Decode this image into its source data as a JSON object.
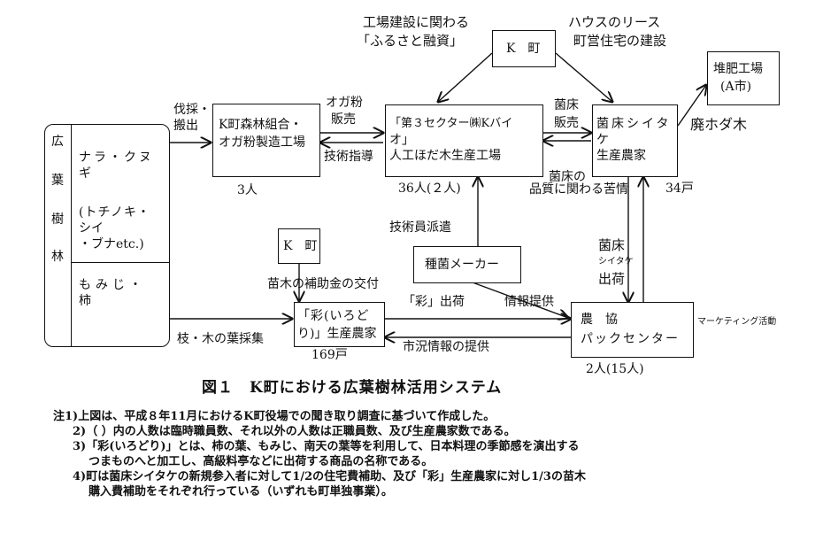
{
  "figure": {
    "caption": "図１　K町における広葉樹林活用システム"
  },
  "nodes": {
    "forest": {
      "title_chars": [
        "広",
        "葉",
        "樹",
        "林"
      ],
      "upper_lines": [
        "ナラ・クヌ",
        "ギ",
        "",
        "(トチノキ・",
        "シイ",
        "・ブナetc.)"
      ],
      "lower_lines": [
        "もみじ・",
        "柿"
      ]
    },
    "k_town_top": {
      "label": "K　町"
    },
    "forest_union": {
      "lines": [
        "K町森林組合・",
        "オガ粉製造工場"
      ],
      "staff": "3人"
    },
    "third_sector": {
      "lines": [
        "「第３セクター㈱Kバイ",
        "オ」",
        "人工ほだ木生産工場"
      ],
      "staff": "36人(２人)"
    },
    "shiitake_farmers": {
      "lines": [
        "菌床シイタ",
        "ケ",
        "生産農家"
      ],
      "count": "34戸"
    },
    "compost_plant": {
      "lines": [
        "堆肥工場",
        "(A市)"
      ]
    },
    "k_town_lower": {
      "label": "K　町"
    },
    "spawn_maker": {
      "label": "種菌メーカー"
    },
    "irodori_farmers": {
      "lines": [
        "「彩(いろど",
        "り)」生産農家"
      ],
      "count": "169戸"
    },
    "ja_pack_center": {
      "lines": [
        "農　協",
        "パックセンター"
      ],
      "staff": "2人(15人)"
    }
  },
  "edges": {
    "factory_loan": [
      "工場建設に関わる",
      "「ふるさと融資」"
    ],
    "house_lease": [
      "ハウスのリース",
      "町営住宅の建設"
    ],
    "logging": [
      "伐採・",
      "搬出"
    ],
    "sawdust_sales": [
      "オガ粉",
      "販売"
    ],
    "tech_guidance": "技術指導",
    "substrate_sales": [
      "菌床",
      "販売"
    ],
    "quality_complaints": [
      "菌床の",
      "品質に関わる苦情"
    ],
    "spent_logs": "廃ホダ木",
    "engineer_dispatch": "技術員派遣",
    "seedling_subsidy": "苗木の補助金の交付",
    "leaf_collection": "枝・木の葉採集",
    "irodori_shipping": "「彩」出荷",
    "info_provision": "情報提供",
    "market_info": "市況情報の提供",
    "shiitake_shipping": [
      "菌床",
      "シイタケ",
      "出荷"
    ],
    "marketing": "マーケティング活動"
  },
  "notes": [
    "注1)上図は、平成８年11月におけるK町役場での聞き取り調査に基づいて作成した。",
    "2)（ ）内の人数は臨時職員数、それ以外の人数は正職員数、及び生産農家数である。",
    "3)「彩(いろどり)」とは、柿の葉、もみじ、南天の葉等を利用して、日本料理の季節感を演出する",
    "つまものへと加工し、高級料亭などに出荷する商品の名称である。",
    "4)町は菌床シイタケの新規参入者に対して1/2の住宅費補助、及び「彩」生産農家に対し1/3の苗木",
    "購入費補助をそれぞれ行っている（いずれも町単独事業）。"
  ]
}
